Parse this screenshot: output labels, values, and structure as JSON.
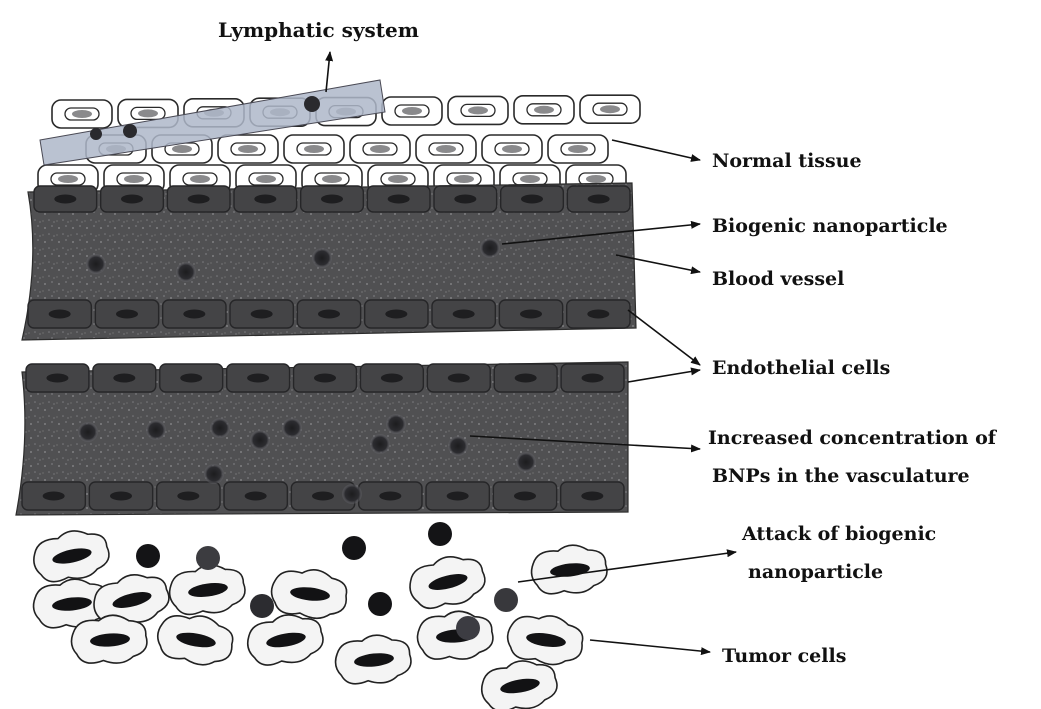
{
  "labels": {
    "lymphatic": "Lymphatic system",
    "normal_tissue": "Normal tissue",
    "biogenic_np": "Biogenic nanoparticle",
    "blood_vessel": "Blood vessel",
    "endothelial": "Endothelial cells",
    "increased_line1": "Increased concentration of",
    "increased_line2": "BNPs in the vasculature",
    "attack_line1": "Attack of biogenic",
    "attack_line2": "nanoparticle",
    "tumor": "Tumor cells"
  },
  "colors": {
    "vessel": "#4e4e50",
    "vessel_dark": "#3a3a3c",
    "cell_nucleus": "#1e1e20",
    "lymph": "#aeb7c9",
    "tissue_outline": "#2a2a2a",
    "nanoparticle": "#2a2a2e",
    "tumor_fill": "#f4f4f4"
  }
}
